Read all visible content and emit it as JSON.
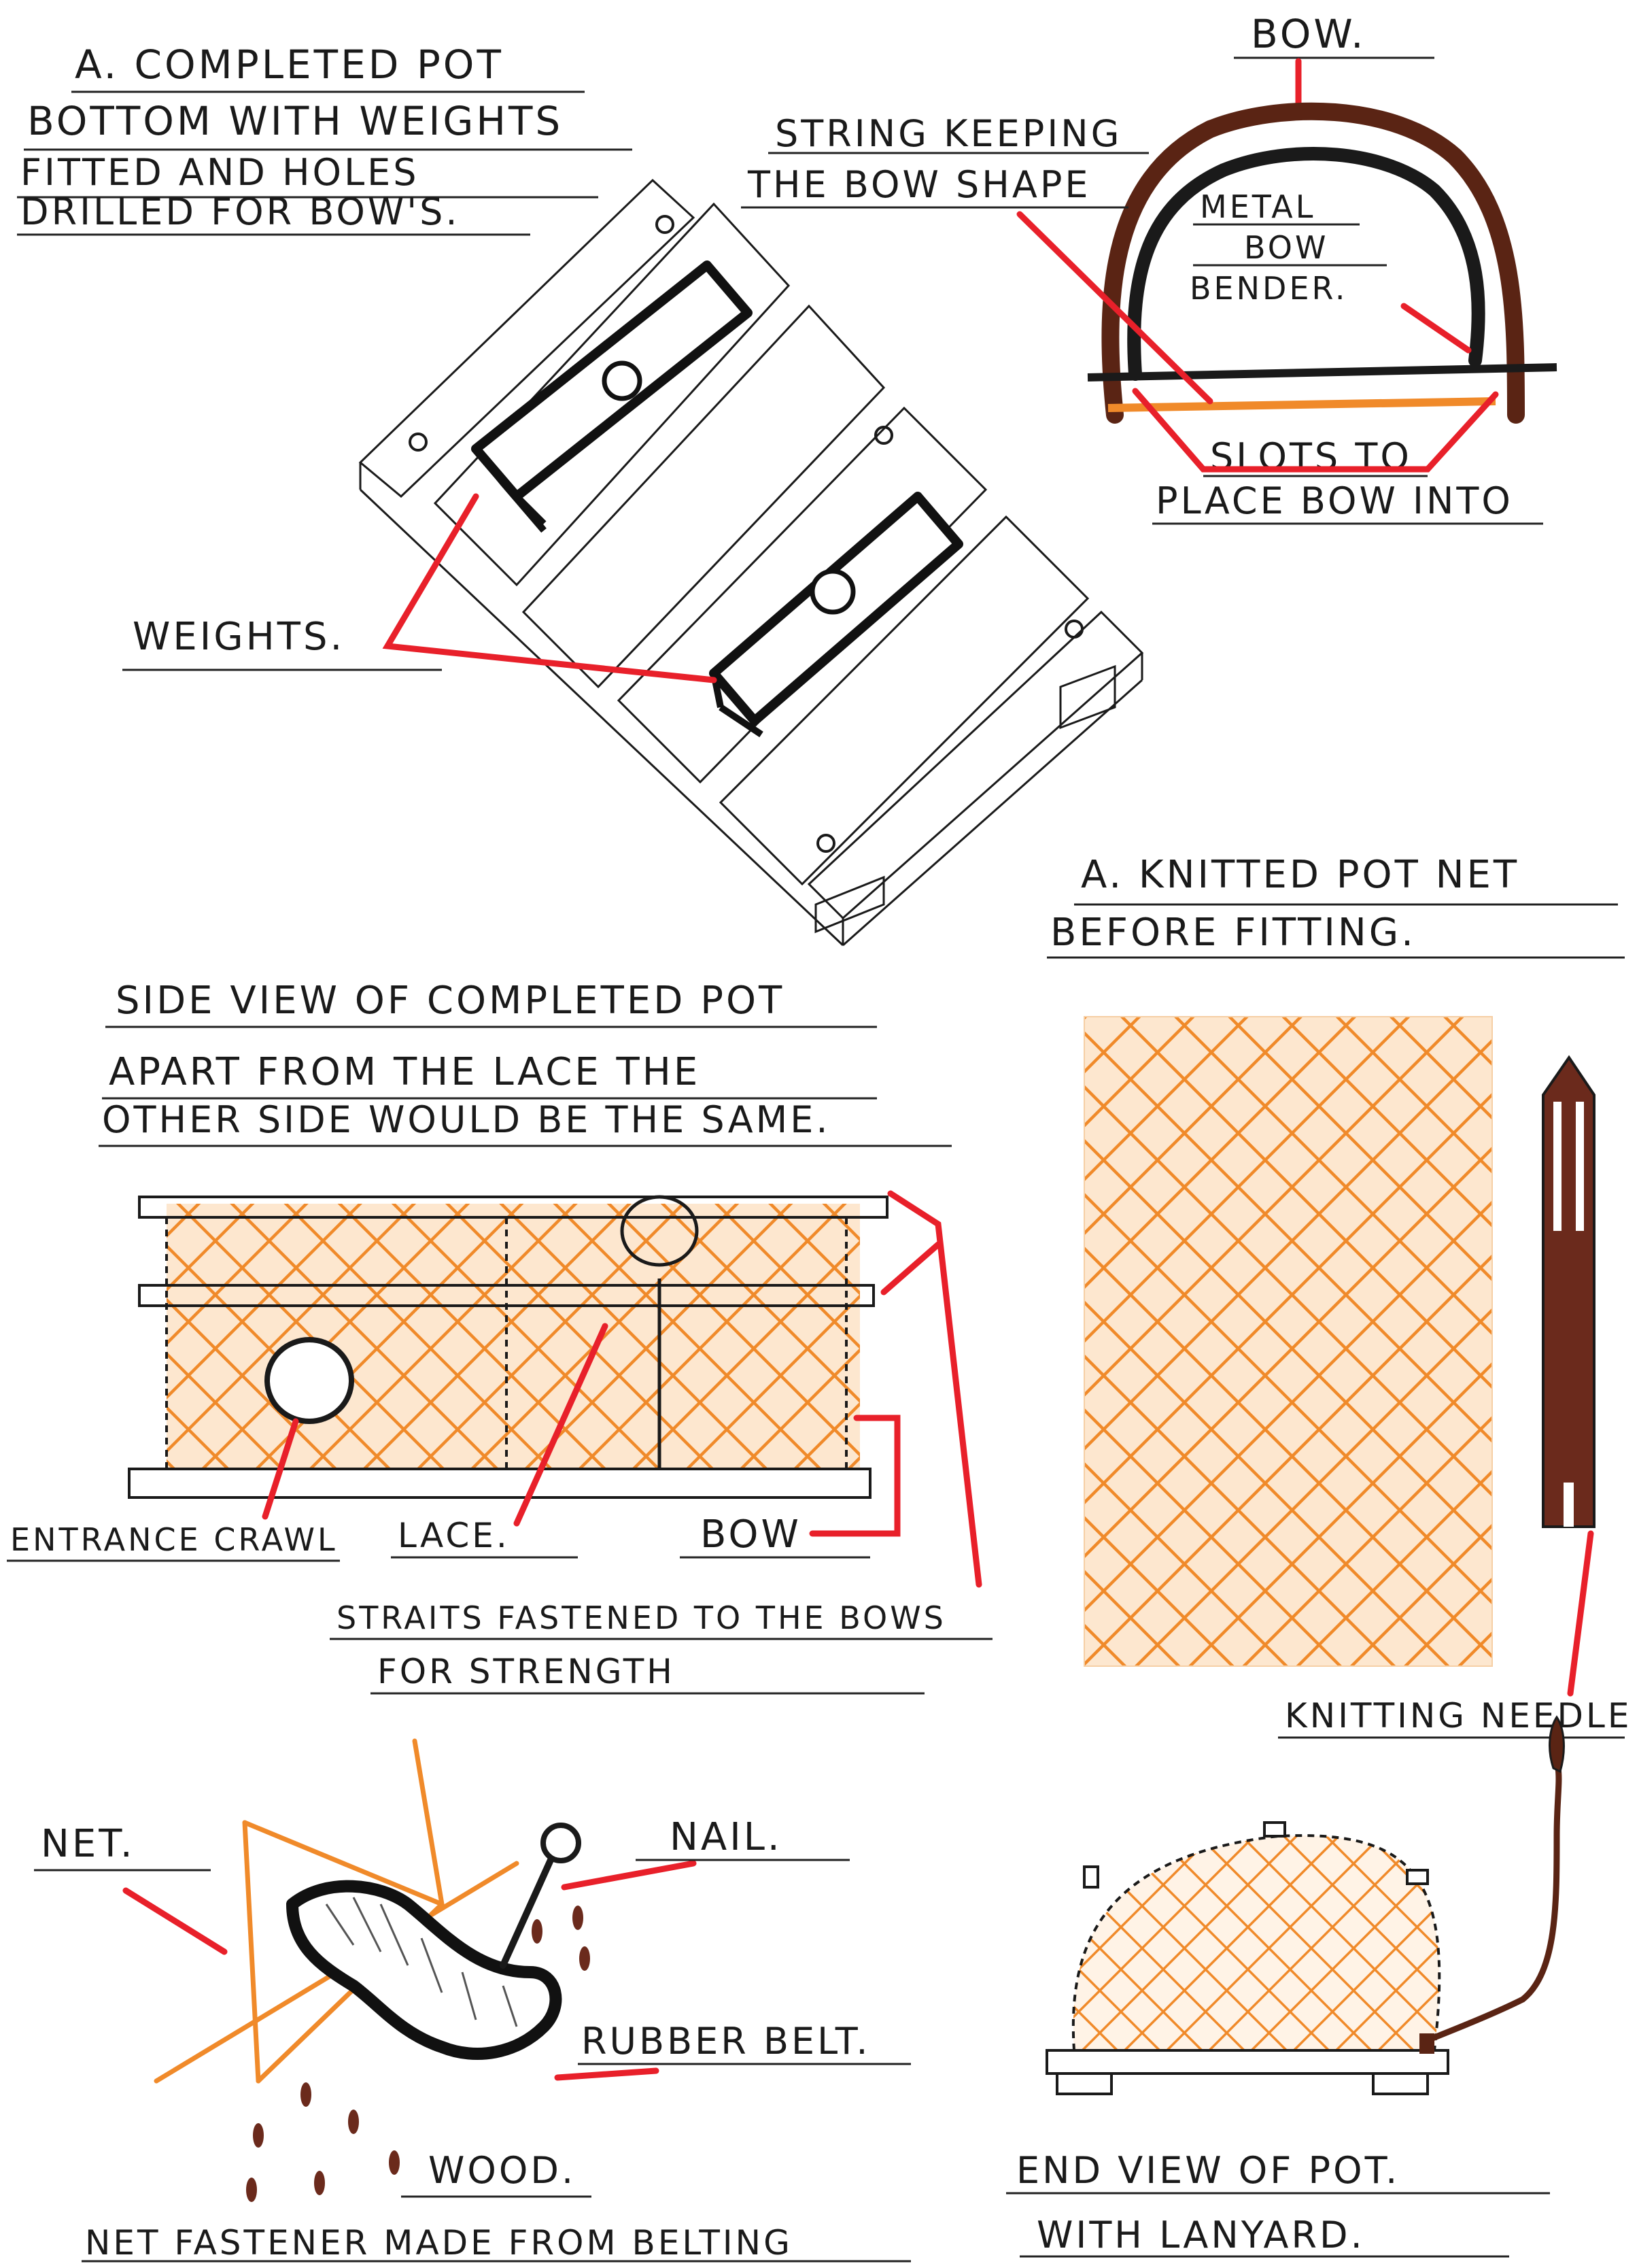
{
  "title_block": {
    "lines": [
      "A. COMPLETED POT",
      "BOTTOM  WITH WEIGHTS",
      "FITTED AND HOLES",
      "DRILLED  FOR BOW'S."
    ]
  },
  "bow_detail": {
    "bow_label": "BOW.",
    "string_label_1": "STRING KEEPING",
    "string_label_2": "THE BOW SHAPE",
    "bender_label_1": "METAL",
    "bender_label_2": "BOW",
    "bender_label_3": "BENDER.",
    "slots_label_1": "SLOTS TO",
    "slots_label_2": "PLACE BOW INTO"
  },
  "pot_bottom": {
    "weights_label": "WEIGHTS."
  },
  "knitted_net": {
    "title_1": "A. KNITTED  POT  NET",
    "title_2": "BEFORE  FITTING.",
    "needle_label": "KNITTING NEEDLE"
  },
  "side_view": {
    "title_1": "SIDE VIEW OF  COMPLETED POT",
    "title_2": "APART FROM  THE  LACE  THE",
    "title_3": "OTHER SIDE  WOULD BE THE SAME.",
    "entrance_label": "ENTRANCE CRAWL",
    "lace_label": "LACE.",
    "bow_label": "BOW",
    "straits_label_1": "STRAITS FASTENED TO THE BOWS",
    "straits_label_2": "FOR  STRENGTH"
  },
  "fastener": {
    "net_label": "NET.",
    "nail_label": "NAIL.",
    "belt_label": "RUBBER BELT.",
    "wood_label": "WOOD.",
    "caption": "NET FASTENER MADE  FROM BELTING"
  },
  "end_view": {
    "caption_1": "END VIEW  OF  POT.",
    "caption_2": "WITH  LANYARD."
  },
  "colors": {
    "ink": "#1a1a1a",
    "pointer_red": "#e8202a",
    "net_orange": "#f08a2a",
    "bow_brown": "#5a2414",
    "needle_brown": "#6b2a1c"
  }
}
